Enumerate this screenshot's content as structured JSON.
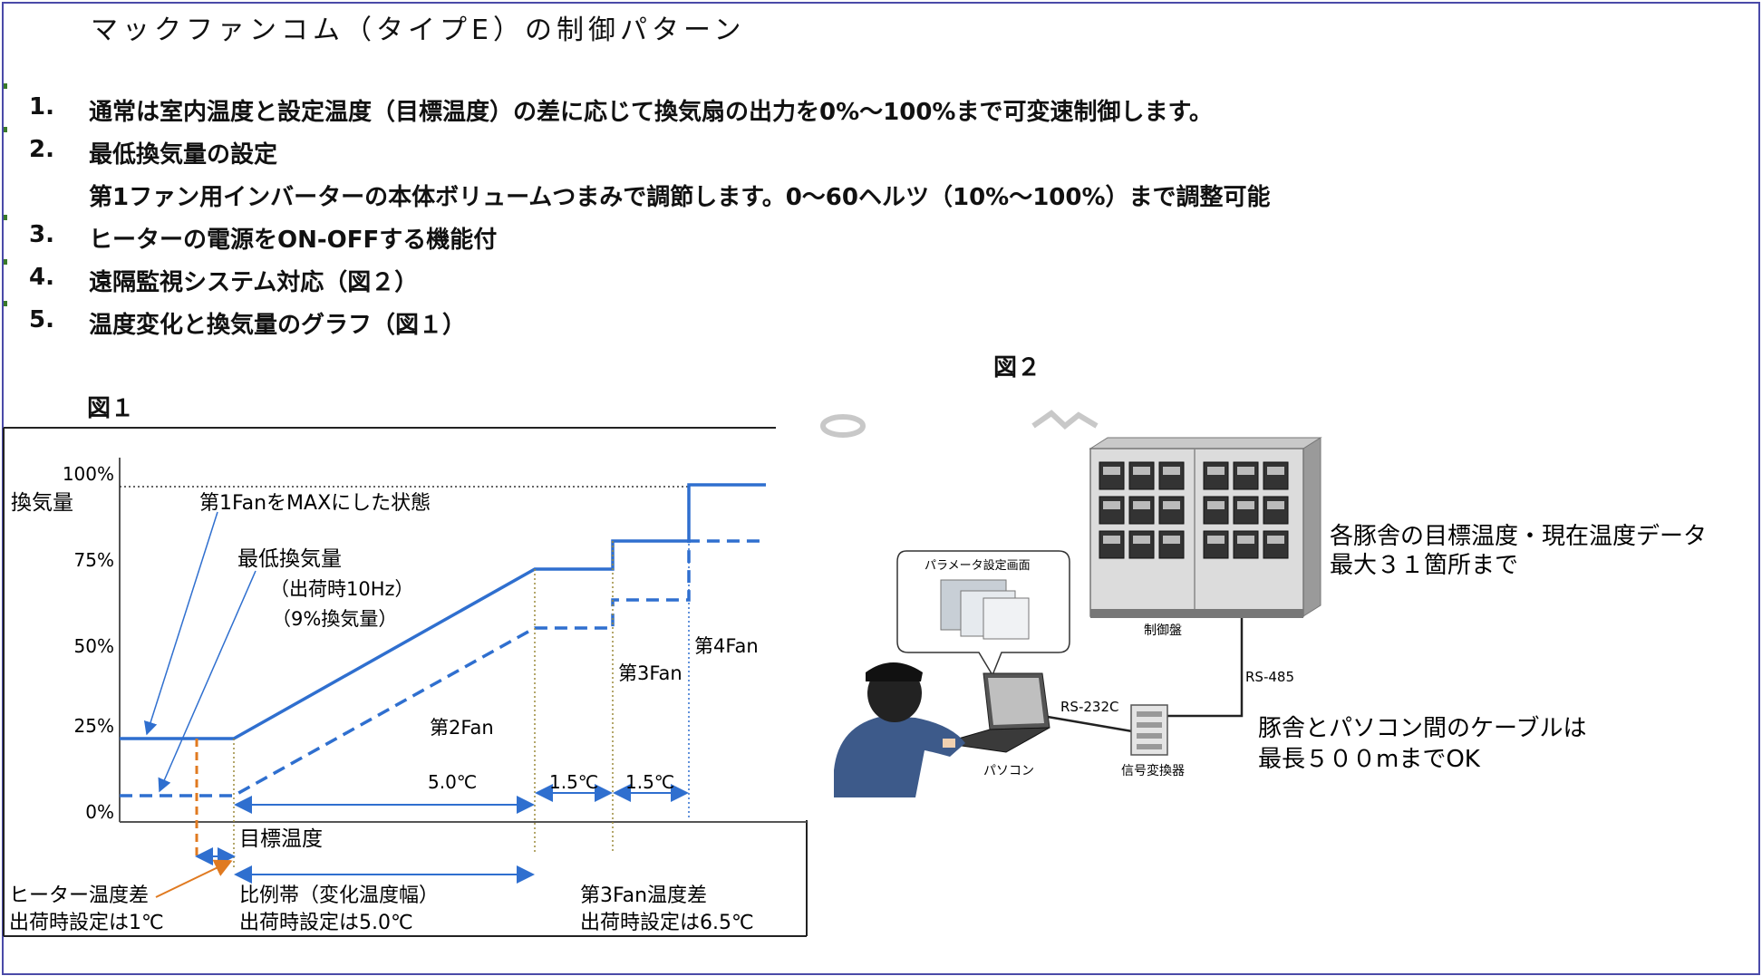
{
  "title": "マックファンコム（タイプE）の制御パターン",
  "items": [
    {
      "num": "1.",
      "text": "通常は室内温度と設定温度（目標温度）の差に応じて換気扇の出力を0%〜100%まで可変速制御します。"
    },
    {
      "num": "2.",
      "text": "最低換気量の設定"
    },
    {
      "num": "",
      "text": "第1ファン用インバーターの本体ボリュームつまみで調節します。0〜60ヘルツ（10%〜100%）まで調整可能"
    },
    {
      "num": "3.",
      "text": "ヒーターの電源をON-OFFする機能付"
    },
    {
      "num": "4.",
      "text": "遠隔監視システム対応（図２）"
    },
    {
      "num": "5.",
      "text": "温度変化と換気量のグラフ（図１）"
    }
  ],
  "fig1": {
    "label": "図１",
    "ylabel": "換気量",
    "yticks": [
      "100%",
      "75%",
      "50%",
      "25%",
      "0%"
    ],
    "annotations": {
      "max_state": "第1FanをMAXにした状態",
      "min_vent": "最低換気量",
      "min_vent_ship": "（出荷時10Hz）",
      "min_vent_pct": "（9%換気量）",
      "fan2": "第2Fan",
      "fan3": "第3Fan",
      "fan4": "第4Fan",
      "band_50": "5.0℃",
      "band_15a": "1.5℃",
      "band_15b": "1.5℃",
      "target": "目標温度",
      "heater_diff": "ヒーター温度差",
      "heater_ship": "出荷時設定は1℃",
      "prop_band": "比例帯（変化温度幅）",
      "prop_ship": "出荷時設定は5.0℃",
      "fan3_diff": "第3Fan温度差",
      "fan3_ship": "出荷時設定は6.5℃"
    },
    "colors": {
      "solid": "#2f6fcf",
      "dash": "#2f6fcf",
      "heater": "#e07a20",
      "guide": "#9b8a3a"
    }
  },
  "fig2": {
    "label": "図２",
    "monitor_caption": "パラメータ設定画面",
    "panel_caption": "制御盤",
    "pc_caption": "パソコン",
    "converter_caption": "信号変換器",
    "rs485": "RS-485",
    "rs232": "RS-232C",
    "note1_line1": "各豚舎の目標温度・現在温度データ",
    "note1_line2": "最大３１箇所まで",
    "note2_line1": "豚舎とパソコン間のケーブルは",
    "note2_line2": "最長５００mまでOK"
  }
}
